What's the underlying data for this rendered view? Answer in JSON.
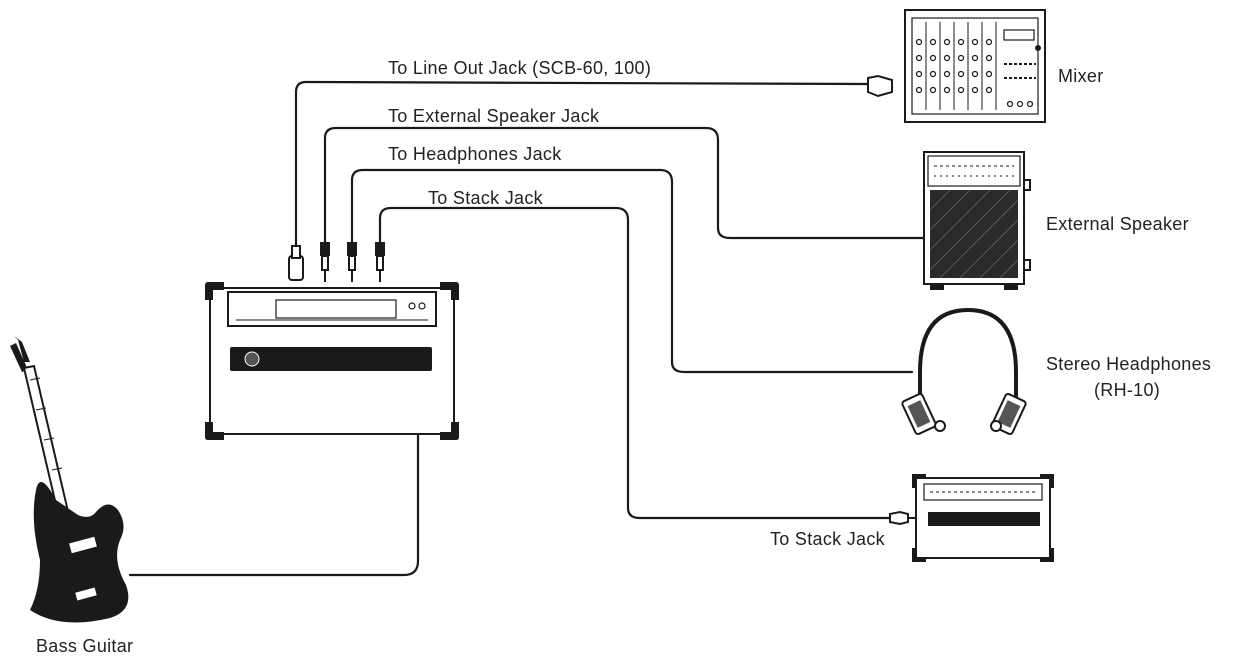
{
  "labels": {
    "line_out": "To Line Out Jack (SCB-60, 100)",
    "ext_speaker_jack": "To External Speaker Jack",
    "headphones_jack": "To Headphones Jack",
    "stack_jack_top": "To Stack Jack",
    "mixer": "Mixer",
    "external_speaker": "External Speaker",
    "stereo_headphones_line1": "Stereo Headphones",
    "stereo_headphones_line2": "(RH-10)",
    "stack_jack_bottom": "To Stack Jack",
    "bass_guitar": "Bass Guitar"
  }
}
